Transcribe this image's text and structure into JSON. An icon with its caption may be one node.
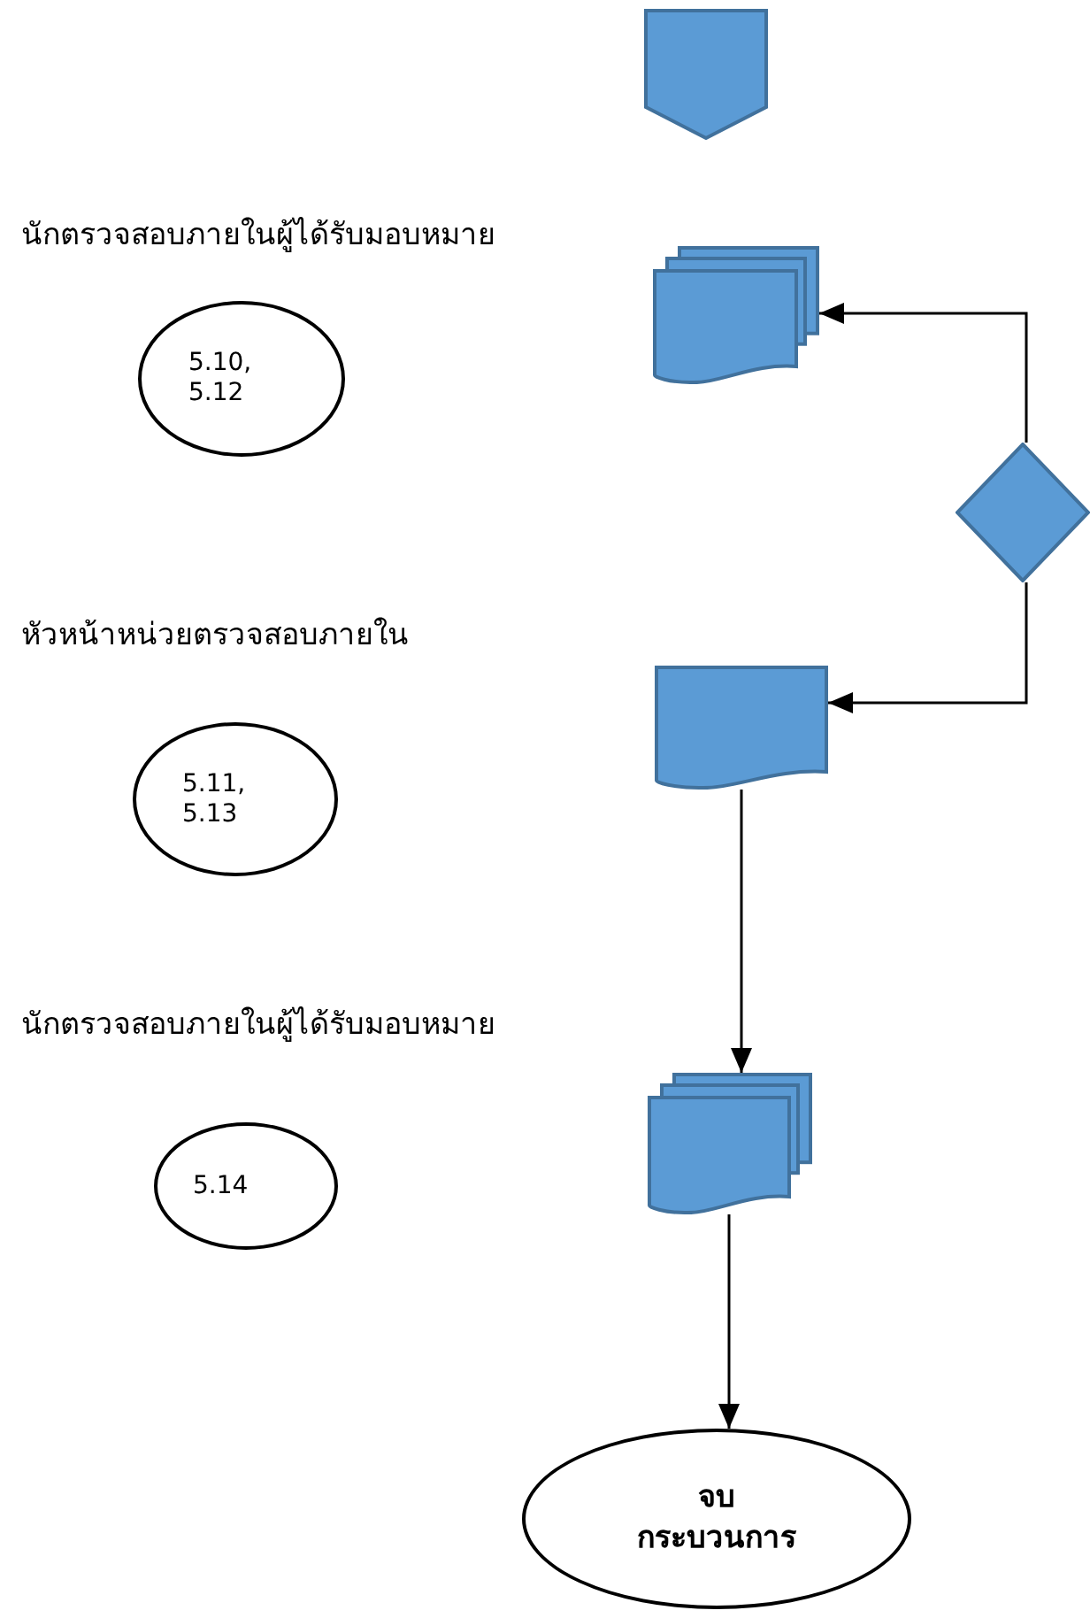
{
  "diagram": {
    "nodes": [
      {
        "text": [],
        "shape": "pentagon"
      },
      {
        "text": [],
        "shape": "document"
      },
      {
        "text": [
          "5.10, 5.12"
        ]
      },
      {
        "text": [],
        "shape": "diamond"
      },
      {
        "text": [],
        "shape": "document"
      },
      {
        "text": [
          "5.11, 5.13"
        ]
      },
      {
        "text": [],
        "shape": "document"
      },
      {
        "text": [
          "5.14"
        ]
      },
      {
        "text": [
          "จบ",
          "กระบวนการ"
        ]
      }
    ],
    "edges": [
      {
        "from": 3,
        "to": 1,
        "arrow": "to"
      },
      {
        "from": 3,
        "to": 4,
        "arrow": "to"
      },
      {
        "from": 4,
        "to": 6,
        "arrow": "to"
      },
      {
        "from": 6,
        "to": 8,
        "arrow": "to"
      }
    ],
    "labels": [
      "นักตรวจสอบภายในผู้ได้รับมอบหมาย",
      "หัวหน้าหน่วยตรวจสอบภายใน",
      "นักตรวจสอบภายในผู้ได้รับมอบหมาย"
    ]
  }
}
